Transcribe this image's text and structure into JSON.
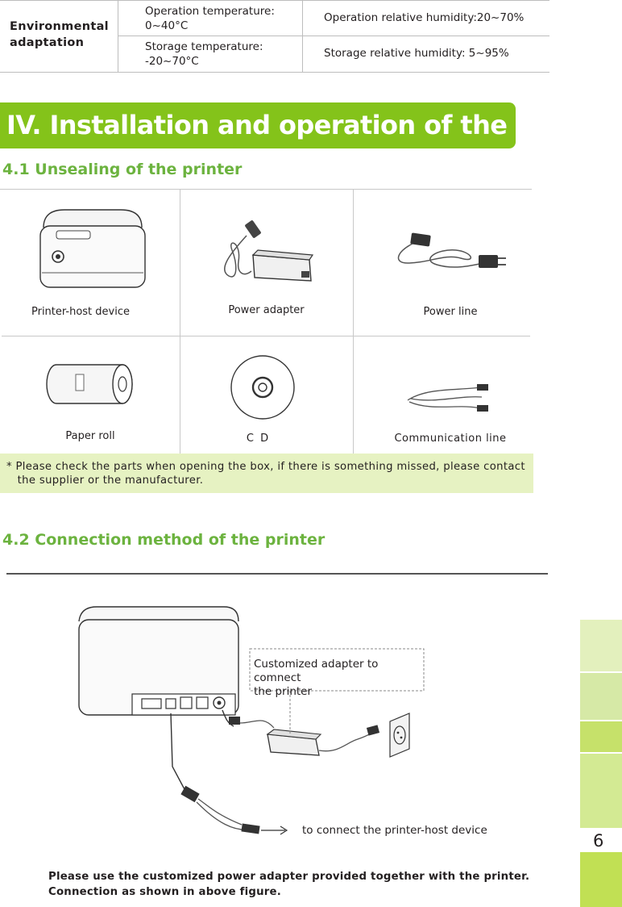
{
  "spec_table": {
    "label": "Environmental adaptation",
    "op_temp": "Operation temperature:\n0~40°C",
    "op_humidity": "Operation relative humidity:20~70%",
    "storage_temp": "Storage temperature:\n-20~70°C",
    "storage_humidity": "Storage relative humidity: 5~95%"
  },
  "section": {
    "title": "IV. Installation and operation of the printer"
  },
  "unsealing": {
    "heading": "4.1 Unsealing of the printer",
    "parts": [
      {
        "label": "Printer-host device",
        "icon": "printer-icon"
      },
      {
        "label": "Power adapter",
        "icon": "power-adapter-icon"
      },
      {
        "label": "Power line",
        "icon": "power-cord-icon"
      },
      {
        "label": "Paper roll",
        "icon": "paper-roll-icon"
      },
      {
        "label": "C D",
        "icon": "cd-icon"
      },
      {
        "label": "Communication line",
        "icon": "usb-cable-icon"
      }
    ],
    "note": "* Please check the parts when opening the box, if there is something missed, please contact\n   the supplier or the manufacturer."
  },
  "connection": {
    "heading": "4.2 Connection method of the printer",
    "adapter_callout": "Customized adapter to comnect\nthe printer",
    "host_label": "to connect the printer-host device",
    "bottom_note": "Please use the customized power adapter provided together with the printer.\nConnection as shown in above figure."
  },
  "page_number": "6",
  "colors": {
    "accent_green": "#84c31a",
    "heading_green": "#6cb33f",
    "note_bg": "#e6f2c2"
  }
}
